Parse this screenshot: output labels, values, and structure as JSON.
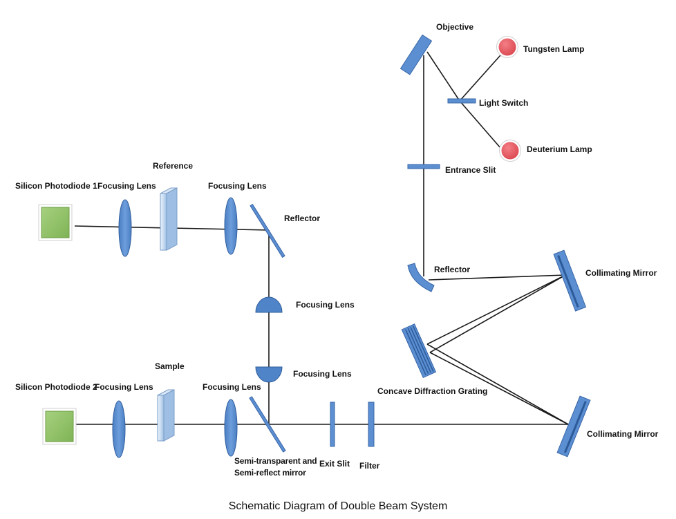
{
  "caption": "Schematic Diagram of Double Beam System",
  "colors": {
    "optic_blue": "#5b8fd1",
    "detector_green": "#8cc063",
    "lamp_red": "#e8575f",
    "line": "#1a1a1a"
  },
  "labels": {
    "objective": "Objective",
    "tungsten_lamp": "Tungsten Lamp",
    "light_switch": "Light Switch",
    "deuterium_lamp": "Deuterium Lamp",
    "entrance_slit": "Entrance Slit",
    "reflector_top": "Reflector",
    "collimating_mirror_top": "Collimating Mirror",
    "concave_grating": "Concave Diffraction Grating",
    "collimating_mirror_bottom": "Collimating Mirror",
    "silicon_photodiode_1": "Silicon Photodiode 1",
    "focusing_lens_1": "Focusing Lens",
    "reference": "Reference",
    "focusing_lens_2": "Focusing Lens",
    "reflector_left": "Reflector",
    "focusing_lens_mid_top": "Focusing Lens",
    "focusing_lens_mid_bottom": "Focusing Lens",
    "silicon_photodiode_2": "Silicon Photodiode 2",
    "focusing_lens_3": "Focusing Lens",
    "sample": "Sample",
    "focusing_lens_4": "Focusing Lens",
    "semi_mirror_line1": "Semi-transparent and",
    "semi_mirror_line2": "Semi-reflect mirror",
    "exit_slit": "Exit Slit",
    "filter": "Filter"
  }
}
